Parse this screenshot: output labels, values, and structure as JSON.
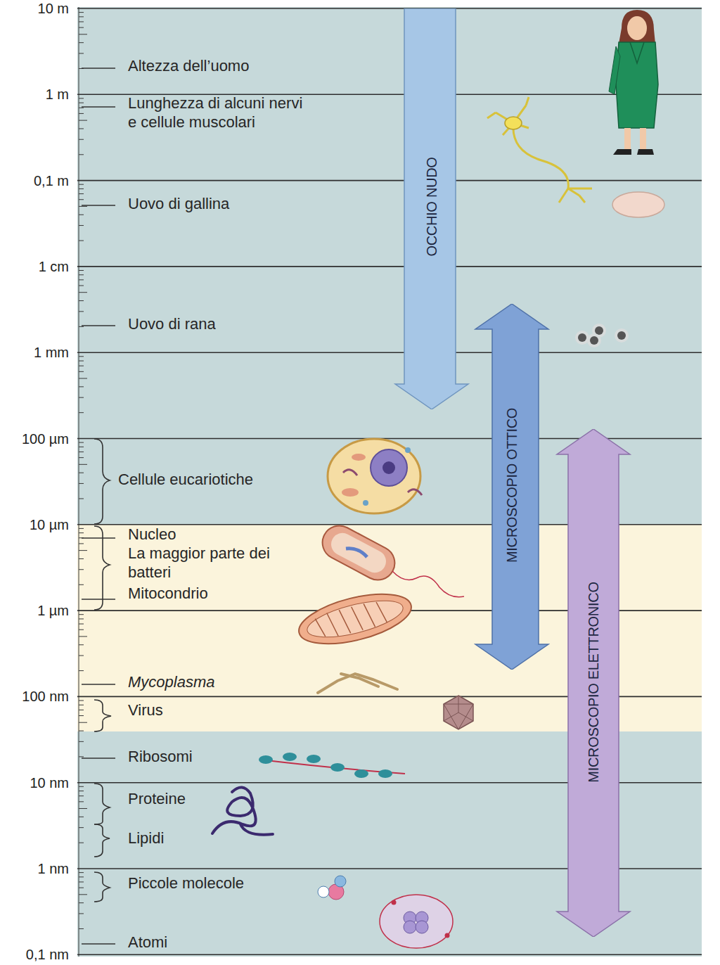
{
  "diagram": {
    "nodes": [
      {
        "text": [
          "OCCHIO NUDO"
        ]
      },
      {
        "text": [
          "MICROSCOPIO OTTICO"
        ]
      },
      {
        "text": [
          "MICROSCOPIO ELETTRONICO"
        ]
      }
    ],
    "labels": [
      "10 m",
      "1 m",
      "0,1 m",
      "1 cm",
      "1 mm",
      "100 µm",
      "10 µm",
      "1 µm",
      "100 nm",
      "10 nm",
      "1 nm",
      "0,1 nm",
      "Altezza dell’uomo",
      "Lunghezza di alcuni nervi e cellule muscolari",
      "Uovo di gallina",
      "Uovo di rana",
      "Cellule eucariotiche",
      "Nucleo",
      "La maggior parte dei batteri",
      "Mitocondrio",
      "Mycoplasma",
      "Virus",
      "Ribosomi",
      "Proteine",
      "Lipidi",
      "Piccole molecole",
      "Atomi"
    ]
  }
}
